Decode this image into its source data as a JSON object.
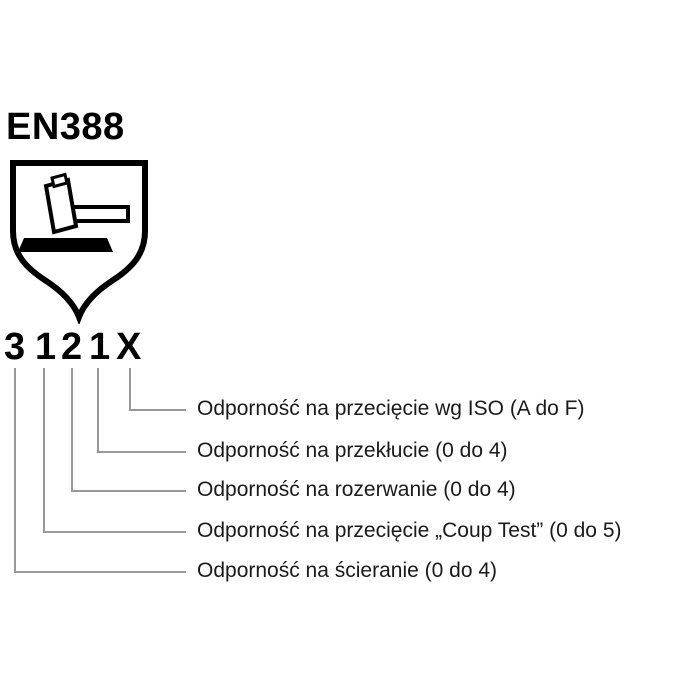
{
  "title": "EN388",
  "rating": {
    "digits": [
      "3",
      "1",
      "2",
      "1",
      "X"
    ]
  },
  "labels": [
    "Odporność na przecięcie wg ISO (A do F)",
    "Odporność na przekłucie (0 do 4)",
    "Odporność na rozerwanie (0 do 4)",
    "Odporność na przecięcie „Coup Test” (0 do 5)",
    "Odporność na ścieranie (0 do 4)"
  ],
  "icons": {
    "pictogram": "en388-shield-hammer-icon"
  },
  "colors": {
    "background": "#ffffff",
    "text": "#1a1a1a",
    "icon": "#000000",
    "connector_line": "#999999"
  }
}
